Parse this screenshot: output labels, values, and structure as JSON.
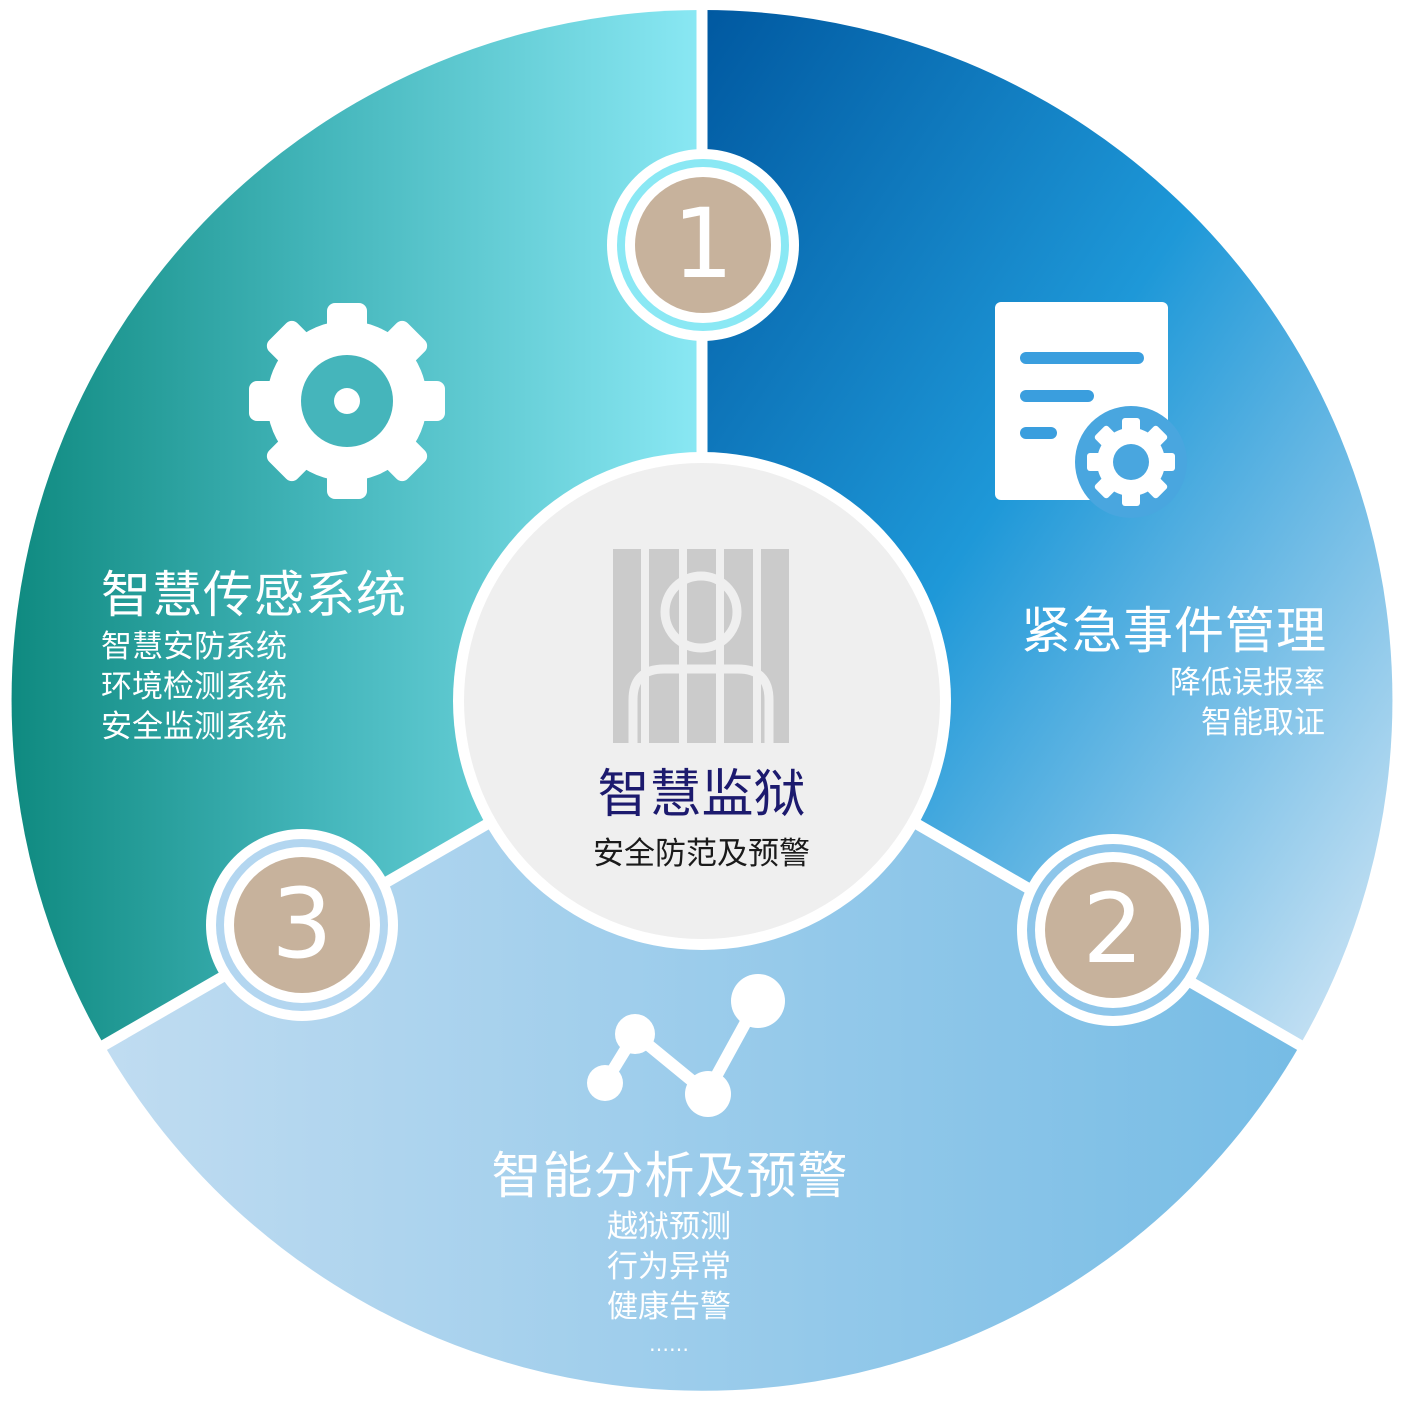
{
  "center": {
    "title": "智慧监狱",
    "subtitle": "安全防范及预警",
    "icon": "prisoner-behind-bars-icon"
  },
  "segments": [
    {
      "number": "1",
      "title": "智慧传感系统",
      "items": [
        "智慧安防系统",
        "环境检测系统",
        "安全监测系统"
      ],
      "icon": "gear-icon",
      "colors": {
        "from": "#0f8a80",
        "to": "#8ae6f3"
      }
    },
    {
      "number": "2",
      "title": "紧急事件管理",
      "items": [
        "降低误报率",
        "智能取证"
      ],
      "icon": "document-settings-icon",
      "colors": {
        "from": "#005fa3",
        "to": "#cfe3f5"
      }
    },
    {
      "number": "3",
      "title": "智能分析及预警",
      "items": [
        "越狱预测",
        "行为异常",
        "健康告警",
        "……"
      ],
      "icon": "line-chart-icon",
      "colors": {
        "from": "#bcdaf1",
        "to": "#7fc0e6"
      }
    }
  ],
  "colors": {
    "badge_fill": "#c7b29c",
    "center_fill": "#efefef",
    "center_icon": "#cbcbcb",
    "center_title": "#1c1a6e"
  }
}
